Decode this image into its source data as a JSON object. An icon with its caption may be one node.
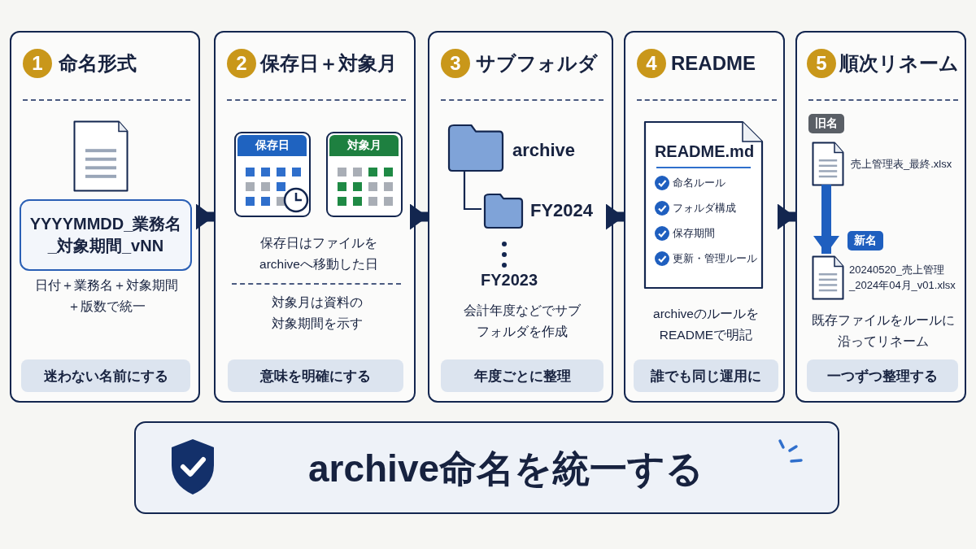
{
  "diagram": {
    "nodes": [
      {
        "text": [
          "命名形式",
          "日付＋業務名＋対象期間＋版数で統一"
        ]
      },
      {
        "text": [
          "1"
        ],
        "in": 0
      },
      {
        "text": [
          "YYYYMMDD_業務名_対象期間_vNN"
        ],
        "in": 0
      },
      {
        "text": [
          "迷わない名前にする"
        ],
        "in": 0
      },
      {
        "text": [
          "保存日＋対象月",
          "保存日はファイルをarchiveへ移動した日",
          "対象月は資料の対象期間を示す"
        ]
      },
      {
        "text": [
          "2"
        ],
        "in": 4
      },
      {
        "text": [
          "保存日"
        ],
        "in": 4
      },
      {
        "text": [
          "対象月"
        ],
        "in": 4
      },
      {
        "text": [
          "意味を明確にする"
        ],
        "in": 4
      },
      {
        "text": [
          "サブフォルダ",
          "会計年度などでサブフォルダを作成"
        ]
      },
      {
        "text": [
          "3"
        ],
        "in": 9
      },
      {
        "text": [],
        "shape": "folder",
        "beside": [
          "archive"
        ],
        "in": 9
      },
      {
        "text": [],
        "shape": "folder",
        "beside": [
          "FY2024"
        ],
        "in": 9
      },
      {
        "text": [
          "年度ごとに整理"
        ],
        "in": 9
      },
      {
        "text": [
          "README",
          "archiveのルールをREADMEで明記"
        ]
      },
      {
        "text": [
          "4"
        ],
        "in": 14
      },
      {
        "text": [
          "README.md",
          "命名ルール",
          "フォルダ構成",
          "保存期間",
          "更新・管理ルール"
        ],
        "in": 14
      },
      {
        "text": [
          "誰でも同じ運用に"
        ],
        "in": 14
      },
      {
        "text": [
          "順次リネーム",
          "既存ファイルをルールに沿ってリネーム"
        ]
      },
      {
        "text": [
          "5"
        ],
        "in": 18
      },
      {
        "text": [
          "旧名"
        ],
        "in": 18
      },
      {
        "text": [],
        "shape": "document",
        "beside": [
          "売上管理表_最終.xlsx"
        ],
        "in": 18
      },
      {
        "text": [
          "新名"
        ],
        "in": 18
      },
      {
        "text": [],
        "shape": "document",
        "beside": [
          "20240520_売上管理_2024年04月_v01.xlsx"
        ],
        "in": 18
      },
      {
        "text": [
          "一つずつ整理する"
        ],
        "in": 18
      },
      {
        "text": [
          "archive命名を統一する"
        ]
      }
    ],
    "edges": [
      {
        "from": 0,
        "to": 4,
        "arrow": "to"
      },
      {
        "from": 4,
        "to": 9,
        "arrow": "to"
      },
      {
        "from": 9,
        "to": 14,
        "arrow": "to"
      },
      {
        "from": 14,
        "to": 18,
        "arrow": "to"
      },
      {
        "from": 11,
        "to": 12,
        "arrow": "none"
      },
      {
        "from": 21,
        "to": 23,
        "arrow": "to",
        "color": "#1f5fbf"
      }
    ],
    "labels": [
      "FY2023"
    ]
  }
}
